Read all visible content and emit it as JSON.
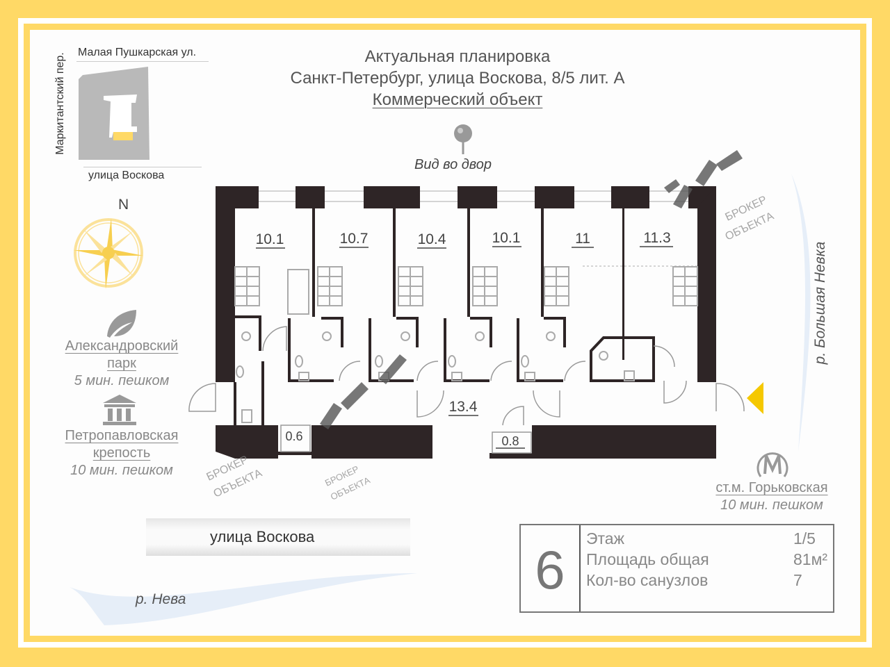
{
  "header": {
    "line1": "Актуальная планировка",
    "line2": "Санкт-Петербург, улица Воскова, 8/5 лит. А",
    "line3": "Коммерческий объект"
  },
  "minimap": {
    "street_top": "Малая Пушкарская ул.",
    "street_left": "Маркитантский пер.",
    "street_bottom": "улица Воскова"
  },
  "compass": {
    "north": "N"
  },
  "view_label": "Вид во двор",
  "poi": [
    {
      "name_line1": "Александровский",
      "name_line2": "парк",
      "walk": "5 мин. пешком",
      "icon": "leaf-icon"
    },
    {
      "name_line1": "Петропавловская",
      "name_line2": "крепость",
      "walk": "10 мин. пешком",
      "icon": "museum-icon"
    }
  ],
  "metro": {
    "station": "ст.м. Горьковская",
    "walk": "10 мин. пешком",
    "icon": "metro-icon"
  },
  "rivers": {
    "neva": "р. Нева",
    "bolshaya_nevka": "р. Большая Невка"
  },
  "street_bottom": "улица Воскова",
  "rooms": [
    "10.1",
    "10.7",
    "10.4",
    "10.1",
    "11",
    "11.3",
    "13.4",
    "0.6",
    "0.8"
  ],
  "watermark": {
    "line1": "БРОКЕР",
    "line2": "ОБЪЕКТА"
  },
  "info": {
    "number": "6",
    "rows": [
      {
        "label": "Этаж",
        "value": "1/5"
      },
      {
        "label": "Площадь общая",
        "value": "81м²"
      },
      {
        "label": "Кол-во санузлов",
        "value": "7"
      }
    ]
  },
  "colors": {
    "frame": "#ffd966",
    "wall": "#2e2526",
    "accent": "#f5c800"
  }
}
